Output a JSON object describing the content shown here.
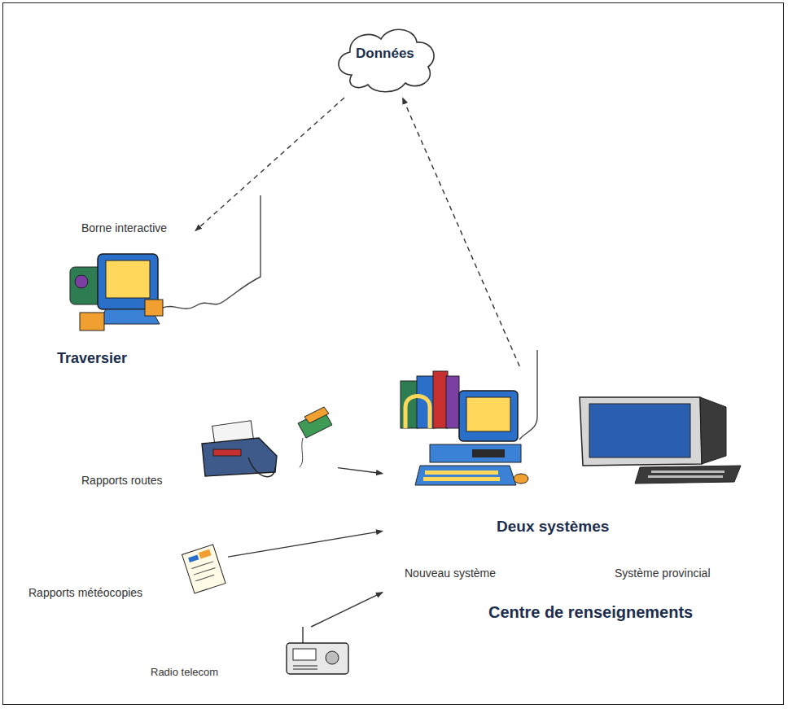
{
  "diagram": {
    "nodes": [
      {
        "text": [
          "Données"
        ]
      },
      {
        "text": [
          "Borne interactive",
          "Traversier"
        ]
      },
      {
        "text": [
          "Rapports routes"
        ]
      },
      {
        "text": [
          "Rapports météocopies"
        ]
      },
      {
        "text": [
          "Radio telecom"
        ]
      },
      {
        "text": [
          "Deux systèmes",
          "Nouveau système",
          "Système provincial",
          "Centre de renseignements"
        ]
      }
    ],
    "edges": [
      {
        "from": 0,
        "to": 1,
        "arrow": "to"
      },
      {
        "from": 5,
        "to": 0,
        "arrow": "to"
      },
      {
        "from": 2,
        "to": 5,
        "arrow": "to"
      },
      {
        "from": 3,
        "to": 5,
        "arrow": "to"
      },
      {
        "from": 4,
        "to": 5,
        "arrow": "to"
      }
    ]
  }
}
